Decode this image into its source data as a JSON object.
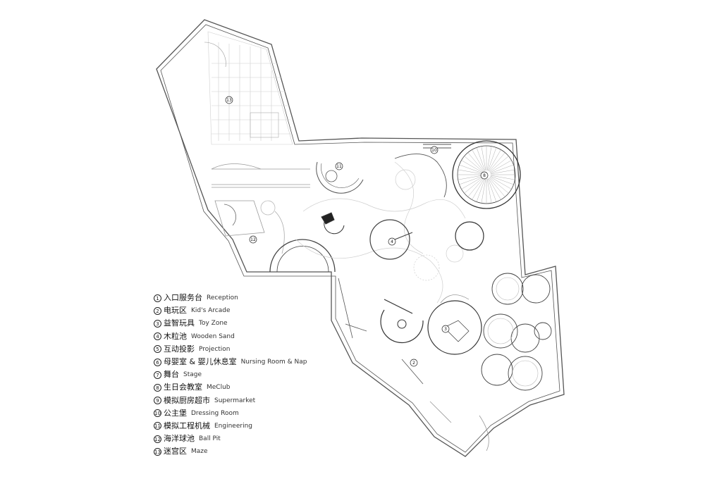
{
  "legend": [
    {
      "number": "1",
      "zh": "入口服务台",
      "en": "Reception"
    },
    {
      "number": "2",
      "zh": "电玩区",
      "en": "Kid's Arcade"
    },
    {
      "number": "3",
      "zh": "益智玩具",
      "en": "Toy Zone"
    },
    {
      "number": "4",
      "zh": "木粒池",
      "en": "Wooden Sand"
    },
    {
      "number": "5",
      "zh": "互动投影",
      "en": "Projection"
    },
    {
      "number": "6",
      "zh": "母婴室 & 婴儿休息室",
      "en": "Nursing Room & Nap"
    },
    {
      "number": "7",
      "zh": "舞台",
      "en": "Stage"
    },
    {
      "number": "8",
      "zh": "生日会教室",
      "en": "MeClub"
    },
    {
      "number": "9",
      "zh": "模拟厨房超市",
      "en": "Supermarket"
    },
    {
      "number": "10",
      "zh": "公主堡",
      "en": "Dressing Room"
    },
    {
      "number": "11",
      "zh": "模拟工程机械",
      "en": "Engineering"
    },
    {
      "number": "12",
      "zh": "海洋球池",
      "en": "Ball Pit"
    },
    {
      "number": "13",
      "zh": "迷宫区",
      "en": "Maze"
    }
  ],
  "plan_tags": {
    "maze": "13",
    "engineering": "11",
    "dressing": "10",
    "meclub": "8",
    "ballpit": "12",
    "sand": "4",
    "toys": "3",
    "arcade": "2"
  },
  "colors": {
    "wall": "#555555",
    "line": "#9a9a9a",
    "faint": "#cfcfcf",
    "text": "#111111"
  }
}
